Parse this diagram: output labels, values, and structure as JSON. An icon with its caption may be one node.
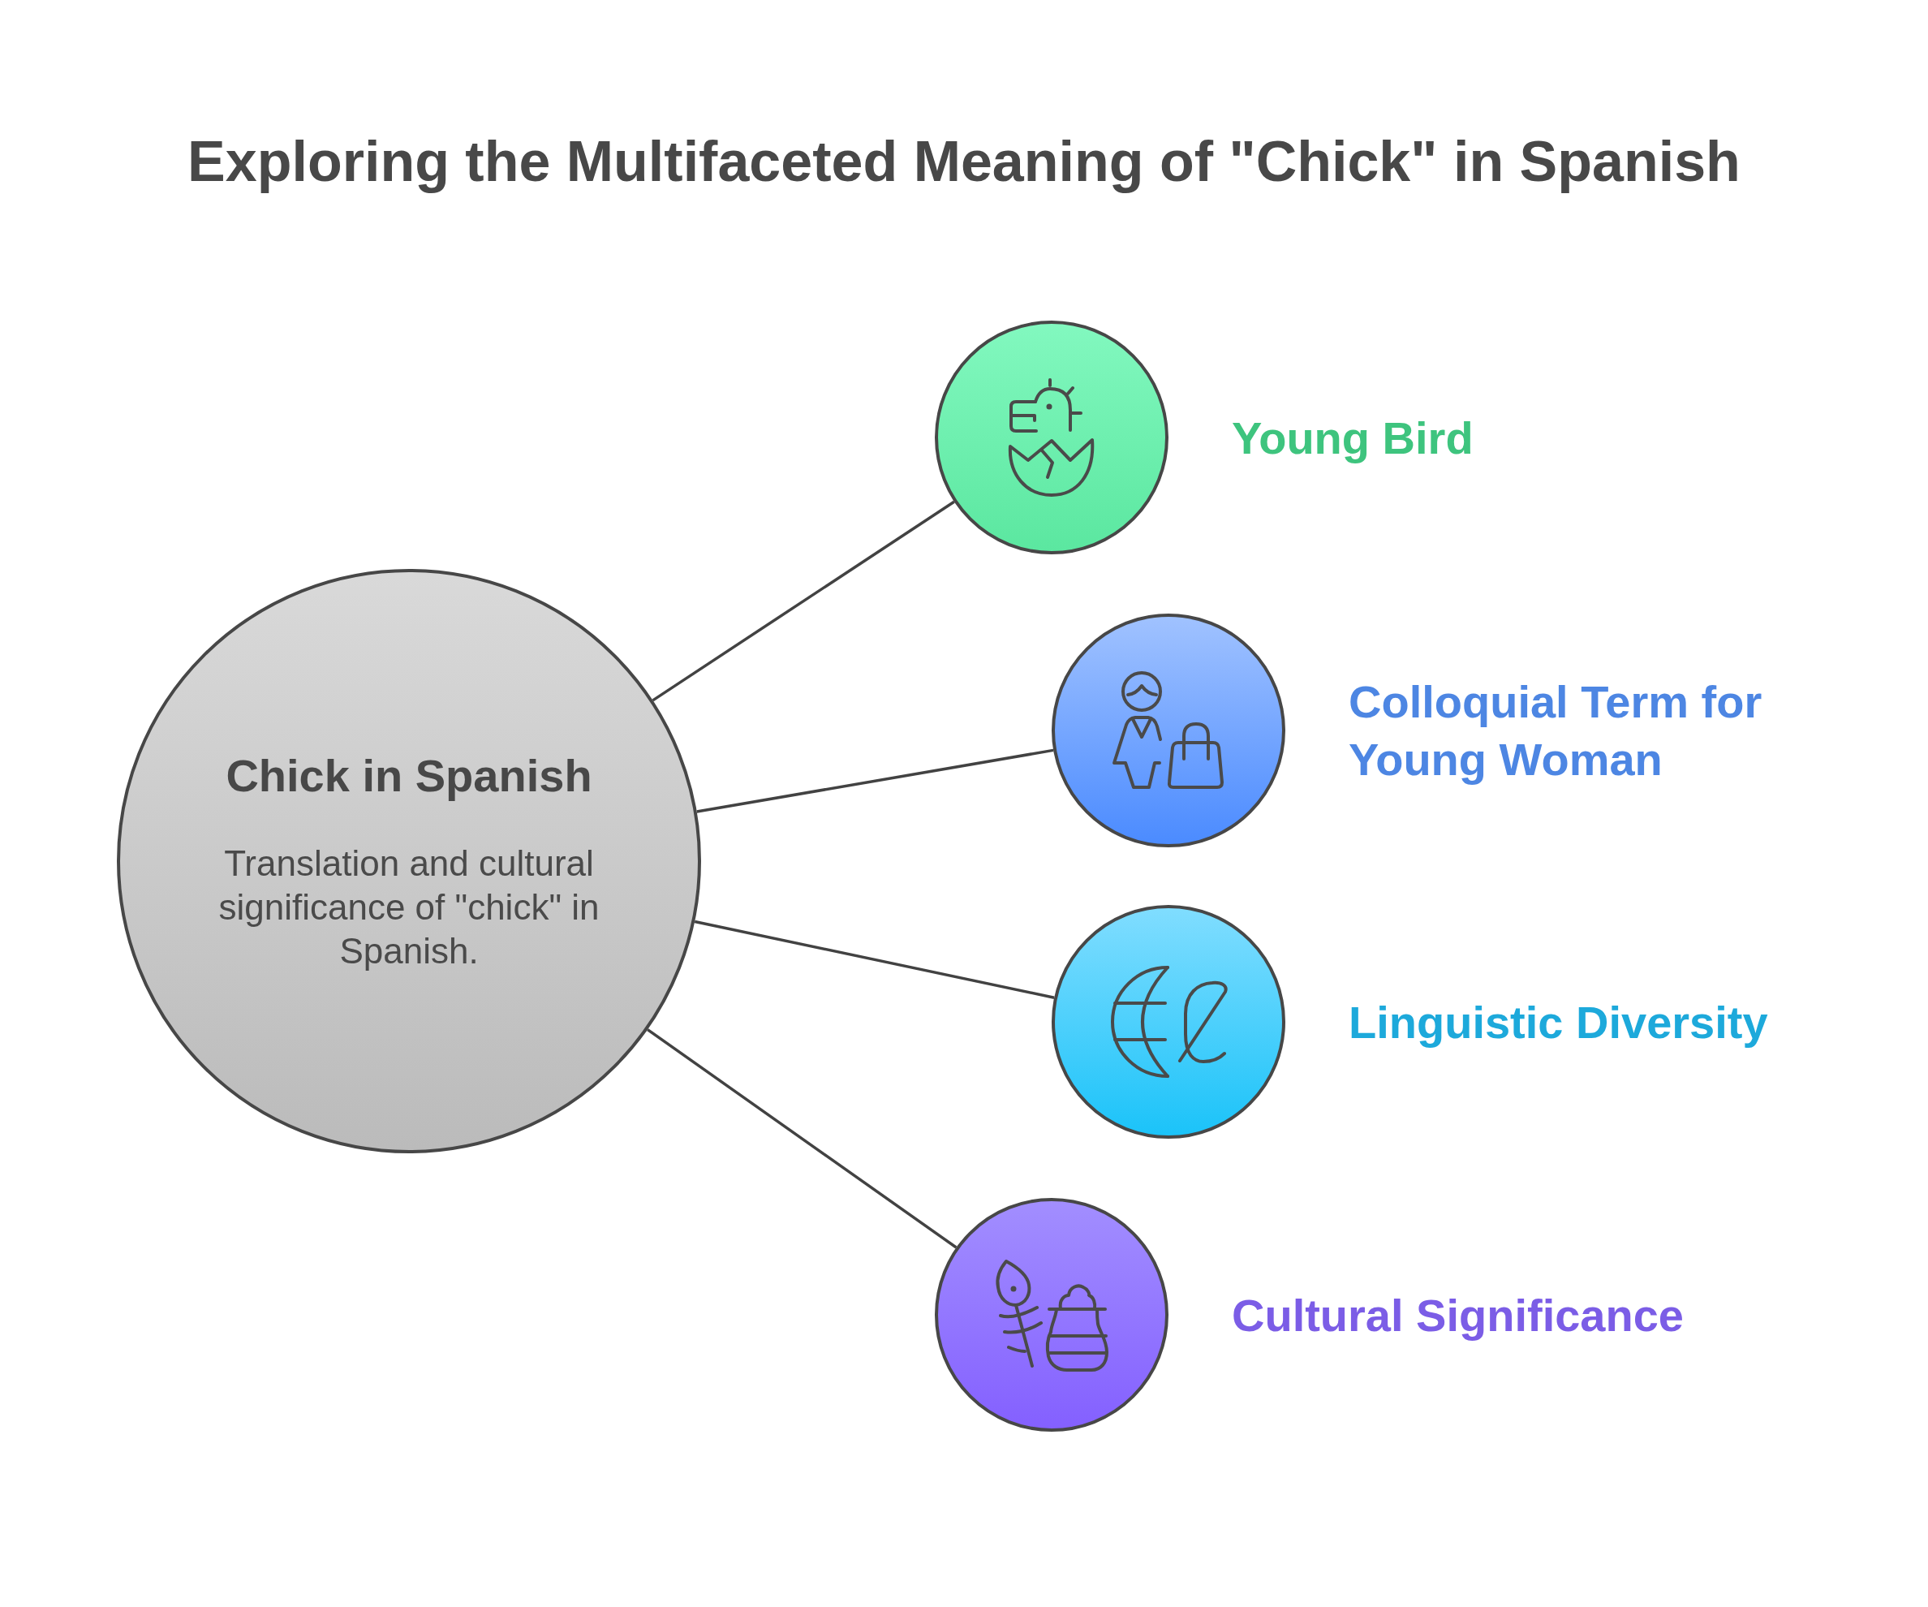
{
  "diagram": {
    "title": "Exploring the Multifaceted Meaning of \"Chick\" in Spanish",
    "nodes": [
      {
        "text": [
          "Chick in Spanish",
          "Translation and cultural significance of \"chick\" in Spanish."
        ]
      },
      {
        "text": [],
        "shape": "circle",
        "beside": [
          "Young Bird"
        ]
      },
      {
        "text": [],
        "shape": "circle",
        "beside": [
          "Colloquial Term for Young Woman"
        ]
      },
      {
        "text": [],
        "shape": "circle",
        "beside": [
          "Linguistic Diversity"
        ]
      },
      {
        "text": [],
        "shape": "circle",
        "beside": [
          "Cultural Significance"
        ]
      }
    ],
    "edges": [
      {
        "from": 0,
        "to": 1,
        "arrow": "none"
      },
      {
        "from": 0,
        "to": 2,
        "arrow": "none"
      },
      {
        "from": 0,
        "to": 3,
        "arrow": "none"
      },
      {
        "from": 0,
        "to": 4,
        "arrow": "none"
      }
    ]
  }
}
